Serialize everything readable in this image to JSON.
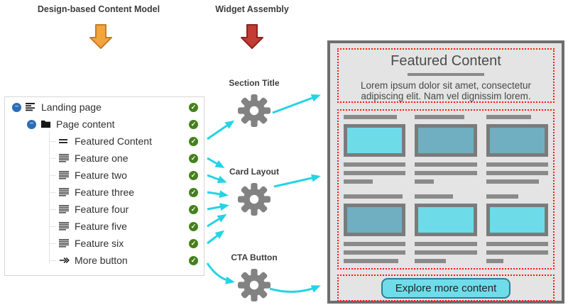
{
  "header": {
    "left_label": "Design-based Content Model",
    "right_label": "Widget Assembly"
  },
  "tree": {
    "items": [
      {
        "label": "Landing page",
        "level": 0,
        "icon": "outline",
        "expander": true,
        "checked": true
      },
      {
        "label": "Page content",
        "level": 1,
        "icon": "folder",
        "expander": true,
        "checked": true
      },
      {
        "label": "Featured Content",
        "level": 2,
        "icon": "title",
        "expander": false,
        "checked": true
      },
      {
        "label": "Feature one",
        "level": 2,
        "icon": "text",
        "expander": false,
        "checked": true
      },
      {
        "label": "Feature two",
        "level": 2,
        "icon": "text",
        "expander": false,
        "checked": true
      },
      {
        "label": "Feature three",
        "level": 2,
        "icon": "text",
        "expander": false,
        "checked": true
      },
      {
        "label": "Feature four",
        "level": 2,
        "icon": "text",
        "expander": false,
        "checked": true
      },
      {
        "label": "Feature five",
        "level": 2,
        "icon": "text",
        "expander": false,
        "checked": true
      },
      {
        "label": "Feature six",
        "level": 2,
        "icon": "text",
        "expander": false,
        "checked": true
      },
      {
        "label": "More button",
        "level": 2,
        "icon": "more",
        "expander": false,
        "checked": true
      }
    ]
  },
  "widgets": [
    {
      "label": "Section Title"
    },
    {
      "label": "Card Layout"
    },
    {
      "label": "CTA Button"
    }
  ],
  "preview": {
    "title": "Featured Content",
    "description": "Lorem ipsum dolor sit amet, consectetur adipiscing elit. Nam vel dignissim lorem.",
    "button_label": "Explore more content",
    "cards": [
      {
        "title_width": 86,
        "image": "bright",
        "short_line_width": 47
      },
      {
        "title_width": 80,
        "image": "muted",
        "short_line_width": 30
      },
      {
        "title_width": 72,
        "image": "muted",
        "short_line_width": 85
      },
      {
        "title_width": 95,
        "image": "muted",
        "short_line_width": 88
      },
      {
        "title_width": 62,
        "image": "bright",
        "short_line_width": 50
      },
      {
        "title_width": 52,
        "image": "bright",
        "short_line_width": 28
      }
    ]
  },
  "icons": [
    "down-arrow-icon",
    "gear-icon",
    "minus-expander-icon",
    "outline-icon",
    "folder-icon",
    "title-icon",
    "text-block-icon",
    "more-arrow-icon",
    "check-icon"
  ],
  "colors": {
    "accent_cyan": "#24d4e4",
    "orange_arrow": "#f2a43d",
    "red_arrow": "#c23c33",
    "check_green": "#44811c",
    "expander_blue": "#2e6db4",
    "gear_gray": "#828282",
    "panel_bg": "#e4e4e4",
    "panel_border": "#6e6e6e",
    "dotted_red": "#ff1414",
    "bar_gray": "#8a8a8a",
    "image_bright": "#6ddbe8",
    "image_muted": "#6fafc1",
    "button_bg": "#70dcea",
    "button_border": "#2a7f93"
  }
}
